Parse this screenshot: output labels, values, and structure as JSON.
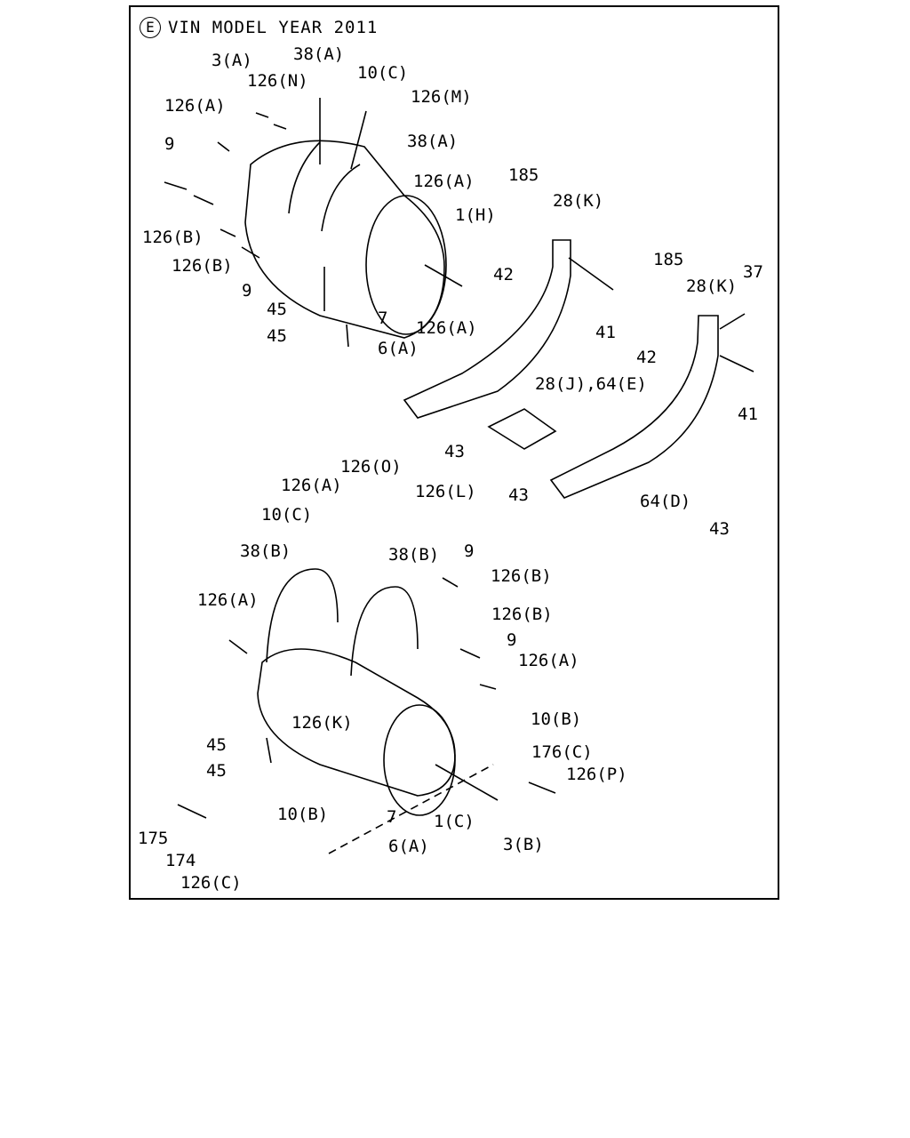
{
  "header": {
    "circle_letter": "E",
    "title": "VIN MODEL YEAR 2011"
  },
  "callouts": [
    "38(A)",
    "3(A)",
    "10(C)",
    "126(N)",
    "126(M)",
    "126(A)",
    "38(A)",
    "126(A)",
    "185",
    "9",
    "28(K)",
    "1(H)",
    "126(B)",
    "126(B)",
    "42",
    "9",
    "185",
    "37",
    "28(K)",
    "41",
    "45",
    "7",
    "126(A)",
    "45",
    "6(A)",
    "42",
    "41",
    "28(J),64(E)",
    "43",
    "43",
    "64(D)",
    "43",
    "126(O)",
    "126(A)",
    "126(L)",
    "10(C)",
    "38(B)",
    "38(B)",
    "9",
    "126(B)",
    "126(A)",
    "126(B)",
    "9",
    "126(A)",
    "10(B)",
    "126(K)",
    "45",
    "176(C)",
    "45",
    "126(P)",
    "10(B)",
    "7",
    "1(C)",
    "175",
    "6(A)",
    "3(B)",
    "174",
    "126(C)"
  ]
}
